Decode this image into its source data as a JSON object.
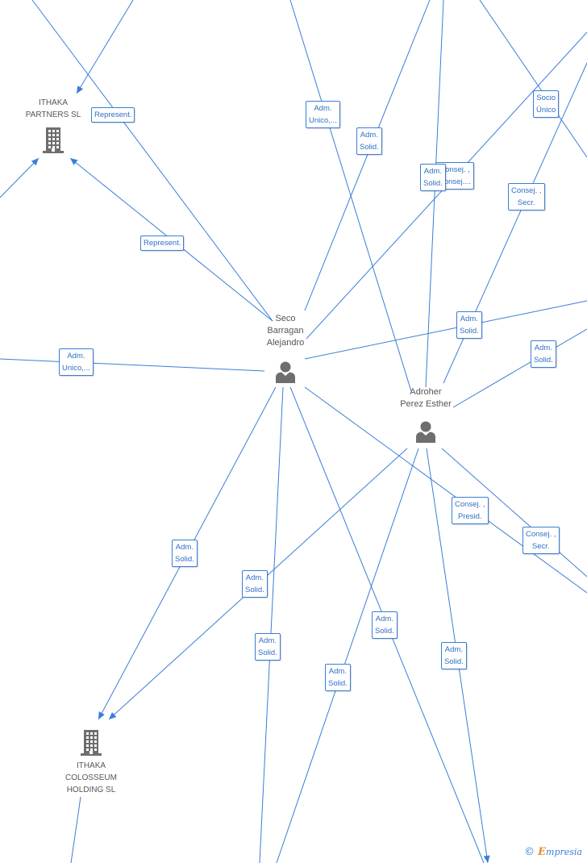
{
  "colors": {
    "edge": "#3b7dd8",
    "icon": "#6e6e6e",
    "brand_e": "#f08a1c"
  },
  "nodes": {
    "seco": {
      "name_lines": [
        "Seco",
        "Barragan",
        "Alejandro"
      ],
      "icon": "person-icon"
    },
    "adroher": {
      "name_lines": [
        "Adroher",
        "Perez Esther"
      ],
      "icon": "person-icon"
    },
    "ithaka_partners": {
      "name_lines": [
        "ITHAKA",
        "PARTNERS SL"
      ],
      "icon": "building-icon"
    },
    "ithaka_colosseum": {
      "name_lines": [
        "ITHAKA",
        "COLOSSEUM",
        "HOLDING  SL"
      ],
      "icon": "building-icon"
    }
  },
  "labels": [
    {
      "id": "l1",
      "lines": [
        "Represent."
      ]
    },
    {
      "id": "l2",
      "lines": [
        "Represent."
      ]
    },
    {
      "id": "l3",
      "lines": [
        "Adm.",
        "Unico,..."
      ]
    },
    {
      "id": "l4",
      "lines": [
        "Adm.",
        "Solid."
      ]
    },
    {
      "id": "l5",
      "lines": [
        "Consej. ,",
        "Consej...."
      ]
    },
    {
      "id": "l6",
      "lines": [
        "Adm.",
        "Solid."
      ]
    },
    {
      "id": "l7",
      "lines": [
        "Socio",
        "Único"
      ]
    },
    {
      "id": "l8",
      "lines": [
        "Consej. ,",
        "Secr."
      ]
    },
    {
      "id": "l9",
      "lines": [
        "Adm.",
        "Unico,..."
      ]
    },
    {
      "id": "l10",
      "lines": [
        "Adm.",
        "Solid."
      ]
    },
    {
      "id": "l11",
      "lines": [
        "Adm.",
        "Solid."
      ]
    },
    {
      "id": "l12",
      "lines": [
        "Consej. ,",
        "Presid."
      ]
    },
    {
      "id": "l13",
      "lines": [
        "Consej. ,",
        "Secr."
      ]
    },
    {
      "id": "l14",
      "lines": [
        "Adm.",
        "Solid."
      ]
    },
    {
      "id": "l15",
      "lines": [
        "Adm.",
        "Solid."
      ]
    },
    {
      "id": "l16",
      "lines": [
        "Adm.",
        "Solid."
      ]
    },
    {
      "id": "l17",
      "lines": [
        "Adm.",
        "Solid."
      ]
    },
    {
      "id": "l18",
      "lines": [
        "Adm.",
        "Solid."
      ]
    },
    {
      "id": "l19",
      "lines": [
        "Adm.",
        "Solid."
      ]
    }
  ],
  "brand": {
    "copyright": "©",
    "e": "E",
    "rest": "mpresia"
  }
}
